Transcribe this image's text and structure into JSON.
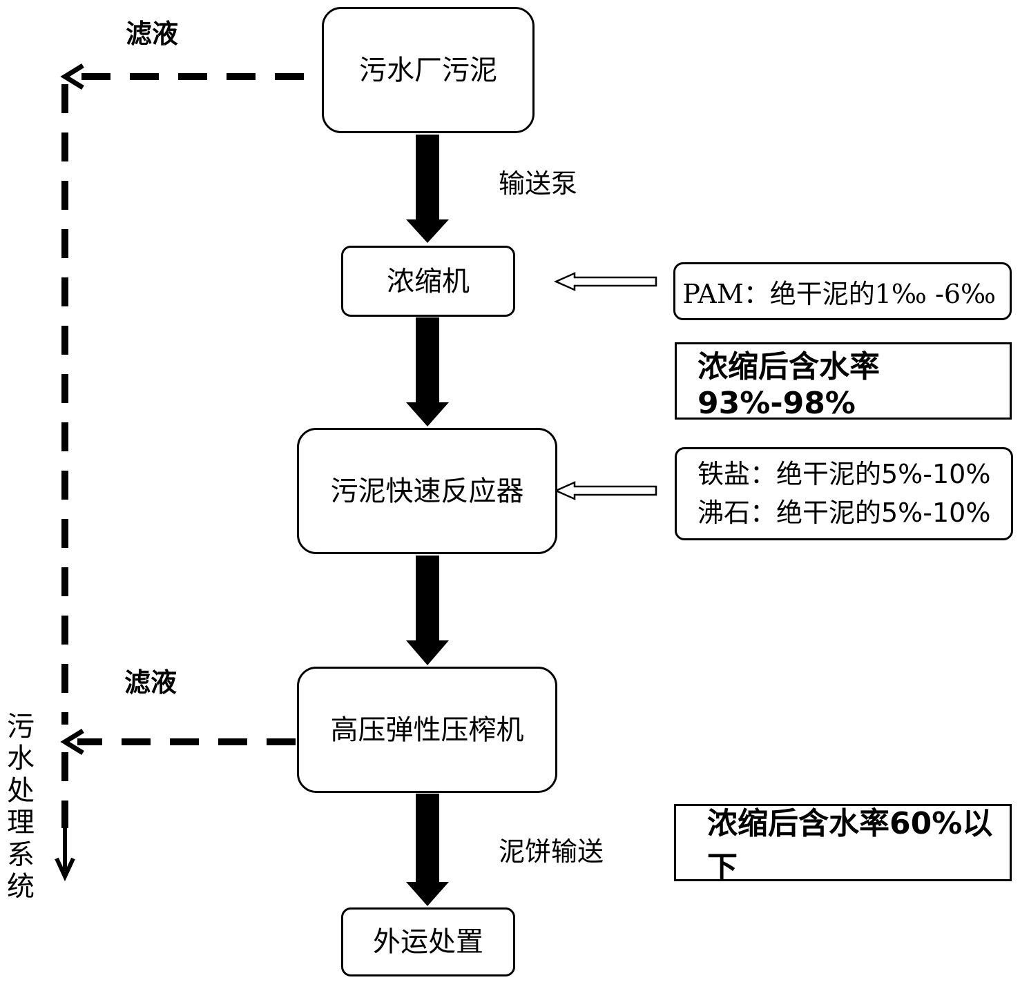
{
  "nodes": {
    "sludge_source": "污水厂污泥",
    "thickener": "浓缩机",
    "reactor": "污泥快速反应器",
    "press": "高压弹性压榨机",
    "disposal": "外运处置"
  },
  "edge_labels": {
    "pump": "输送泵",
    "cake_transport": "泥饼输送",
    "filtrate_top": "滤液",
    "filtrate_bottom": "滤液"
  },
  "notes": {
    "pam_dose": "PAM：绝干泥的1‰ -6‰",
    "thickened_moisture": "浓缩后含水率93%-98%",
    "iron_salt": "铁盐：绝干泥的5%-10%",
    "zeolite": "沸石：绝干泥的5%-10%",
    "final_moisture": "浓缩后含水率60%以下"
  },
  "sink_label": [
    "污",
    "水",
    "处",
    "理",
    "系",
    "统"
  ]
}
